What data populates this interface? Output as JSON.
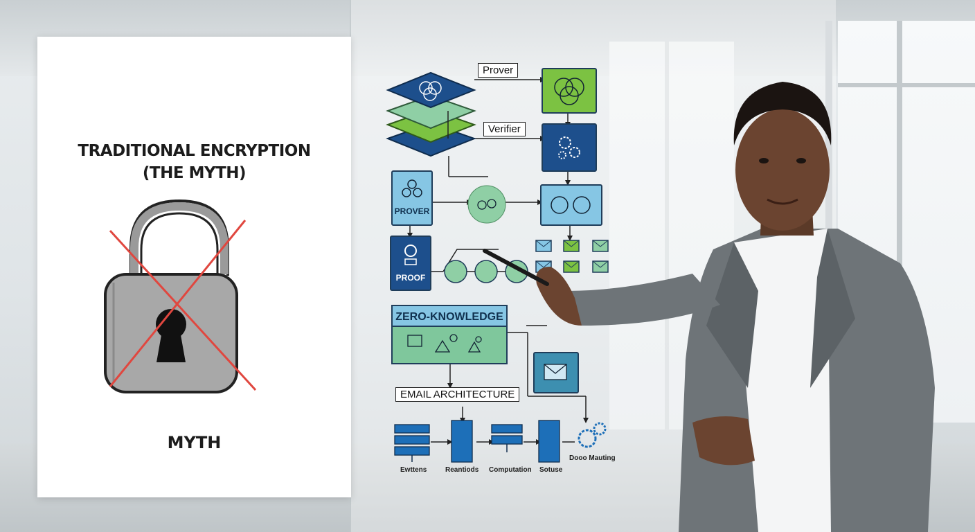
{
  "sheet": {
    "title_line1": "TRADITIONAL ENCRYPTION",
    "title_line2": "(THE MYTH)",
    "footer": "MYTH"
  },
  "diagram": {
    "prover_label": "Prover",
    "verifier_label": "Verifier",
    "prover_tile": "PROVER",
    "proof_tile": "PROOF",
    "zero_knowledge": "ZERO-KNOWLEDGE",
    "email_architecture": "EMAIL ARCHITECTURE",
    "server_labels": [
      "Ewttens",
      "Reantiods",
      "Computation",
      "Sotuse",
      "Dooo Mauting"
    ]
  },
  "colors": {
    "navy": "#1d4f8c",
    "teal": "#3d8fb0",
    "green": "#7cc242",
    "mint": "#8fcfa5",
    "sky": "#86c6e4",
    "red_cross": "#e0473f"
  }
}
